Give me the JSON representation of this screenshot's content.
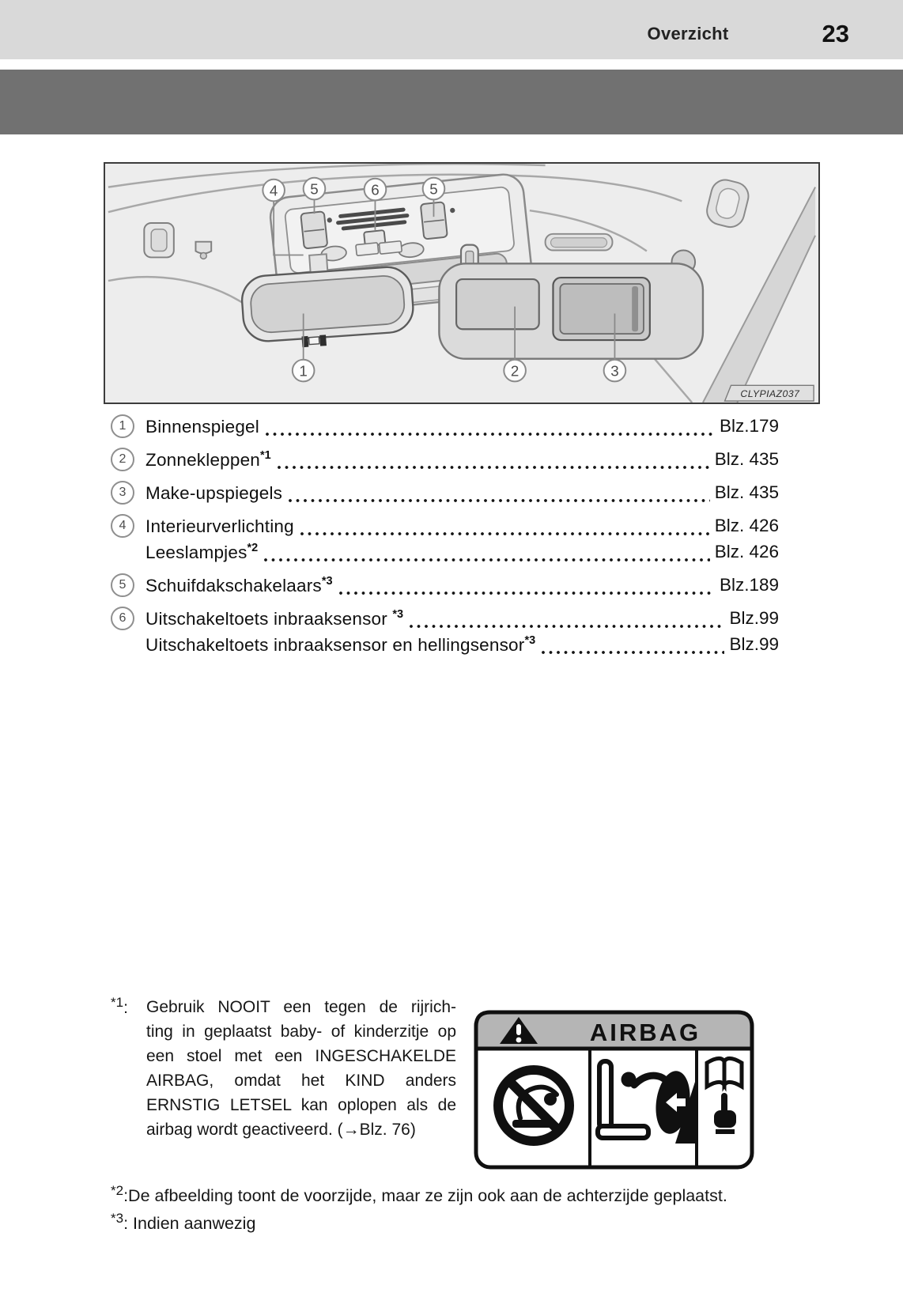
{
  "header": {
    "title": "Overzicht",
    "page_number": "23"
  },
  "illustration": {
    "figure_code": "CLYPIAZ037",
    "callouts": {
      "c1": "1",
      "c2": "2",
      "c3": "3",
      "c4": "4",
      "c5a": "5",
      "c5b": "5",
      "c6": "6"
    }
  },
  "list": {
    "rows": [
      {
        "num": "1",
        "label": "Binnenspiegel",
        "sup": "",
        "ref": "Blz.179"
      },
      {
        "num": "2",
        "label": "Zonnekleppen",
        "sup": "*1",
        "ref": "Blz. 435"
      },
      {
        "num": "3",
        "label": "Make-upspiegels",
        "sup": "",
        "ref": "Blz. 435"
      },
      {
        "num": "4",
        "label": "Interieurverlichting",
        "sup": "",
        "ref": "Blz. 426"
      },
      {
        "num": "",
        "label": "Leeslampjes",
        "sup": "*2",
        "ref": "Blz. 426"
      },
      {
        "num": "5",
        "label": "Schuifdakschakelaars",
        "sup": "*3",
        "ref": "Blz.189"
      },
      {
        "num": "6",
        "label": "Uitschakeltoets inbraaksensor ",
        "sup": "*3",
        "ref": "Blz.99"
      },
      {
        "num": "",
        "label": "Uitschakeltoets inbraaksensor en hellingsensor",
        "sup": "*3",
        "ref": "Blz.99"
      }
    ]
  },
  "footnotes": {
    "fn1": {
      "marker": "*1",
      "colon": ":",
      "lines": [
        "Gebruik NOOIT een tegen de rijrich-",
        "ting in geplaatst baby- of kinderzitje op",
        "een stoel met een INGESCHAKELDE",
        "AIRBAG, omdat het KIND anders",
        "ERNSTIG LETSEL kan oplopen als de",
        "airbag wordt geactiveerd. (→Blz. 76)"
      ]
    },
    "fn2": {
      "marker": "*2",
      "text": ":De afbeelding toont de voorzijde, maar ze zijn ook aan de achterzijde geplaatst."
    },
    "fn3": {
      "marker": "*3",
      "text": ": Indien aanwezig"
    },
    "airbag_label": {
      "title": "AIRBAG"
    }
  },
  "colors": {
    "header_bg": "#d9d9d9",
    "banner_bg": "#717171",
    "label_header_bg": "#b5b5b5"
  }
}
